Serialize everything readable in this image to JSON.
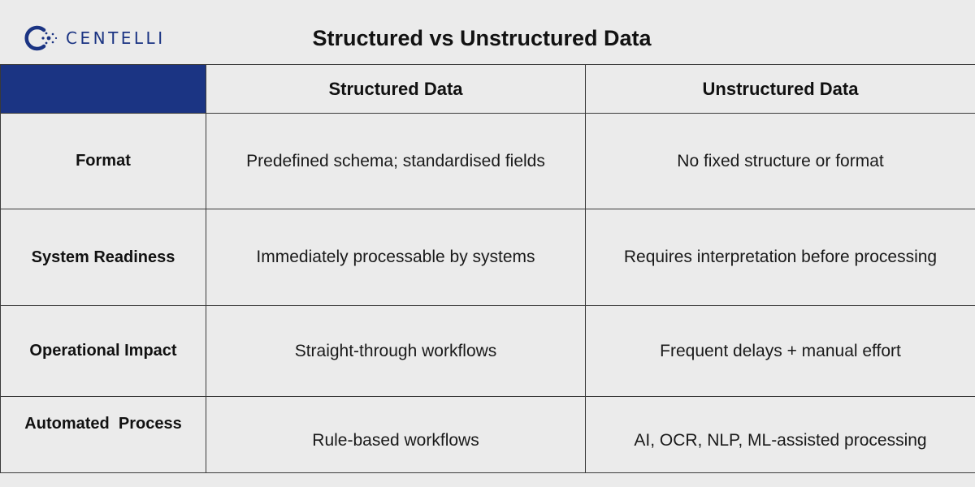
{
  "brand": {
    "name": "CENTELLI",
    "color": "#1b3483"
  },
  "title": "Structured vs Unstructured Data",
  "table": {
    "headers": [
      "",
      "Structured Data",
      "Unstructured Data"
    ],
    "rows": [
      {
        "label": "Format",
        "structured": "Predefined schema; standardised fields",
        "unstructured": "No fixed structure or format"
      },
      {
        "label": "System Readiness",
        "structured": "Immediately processable by systems",
        "unstructured": "Requires interpretation before processing"
      },
      {
        "label": "Operational Impact",
        "structured": "Straight-through workflows",
        "unstructured": "Frequent delays + manual effort"
      },
      {
        "label": "Automated  Process",
        "structured": "Rule-based workflows",
        "unstructured": "AI, OCR, NLP, ML-assisted processing"
      }
    ]
  },
  "colors": {
    "background": "#ebebeb",
    "header_accent": "#1b3483",
    "grid_line": "#3a3a3a"
  }
}
